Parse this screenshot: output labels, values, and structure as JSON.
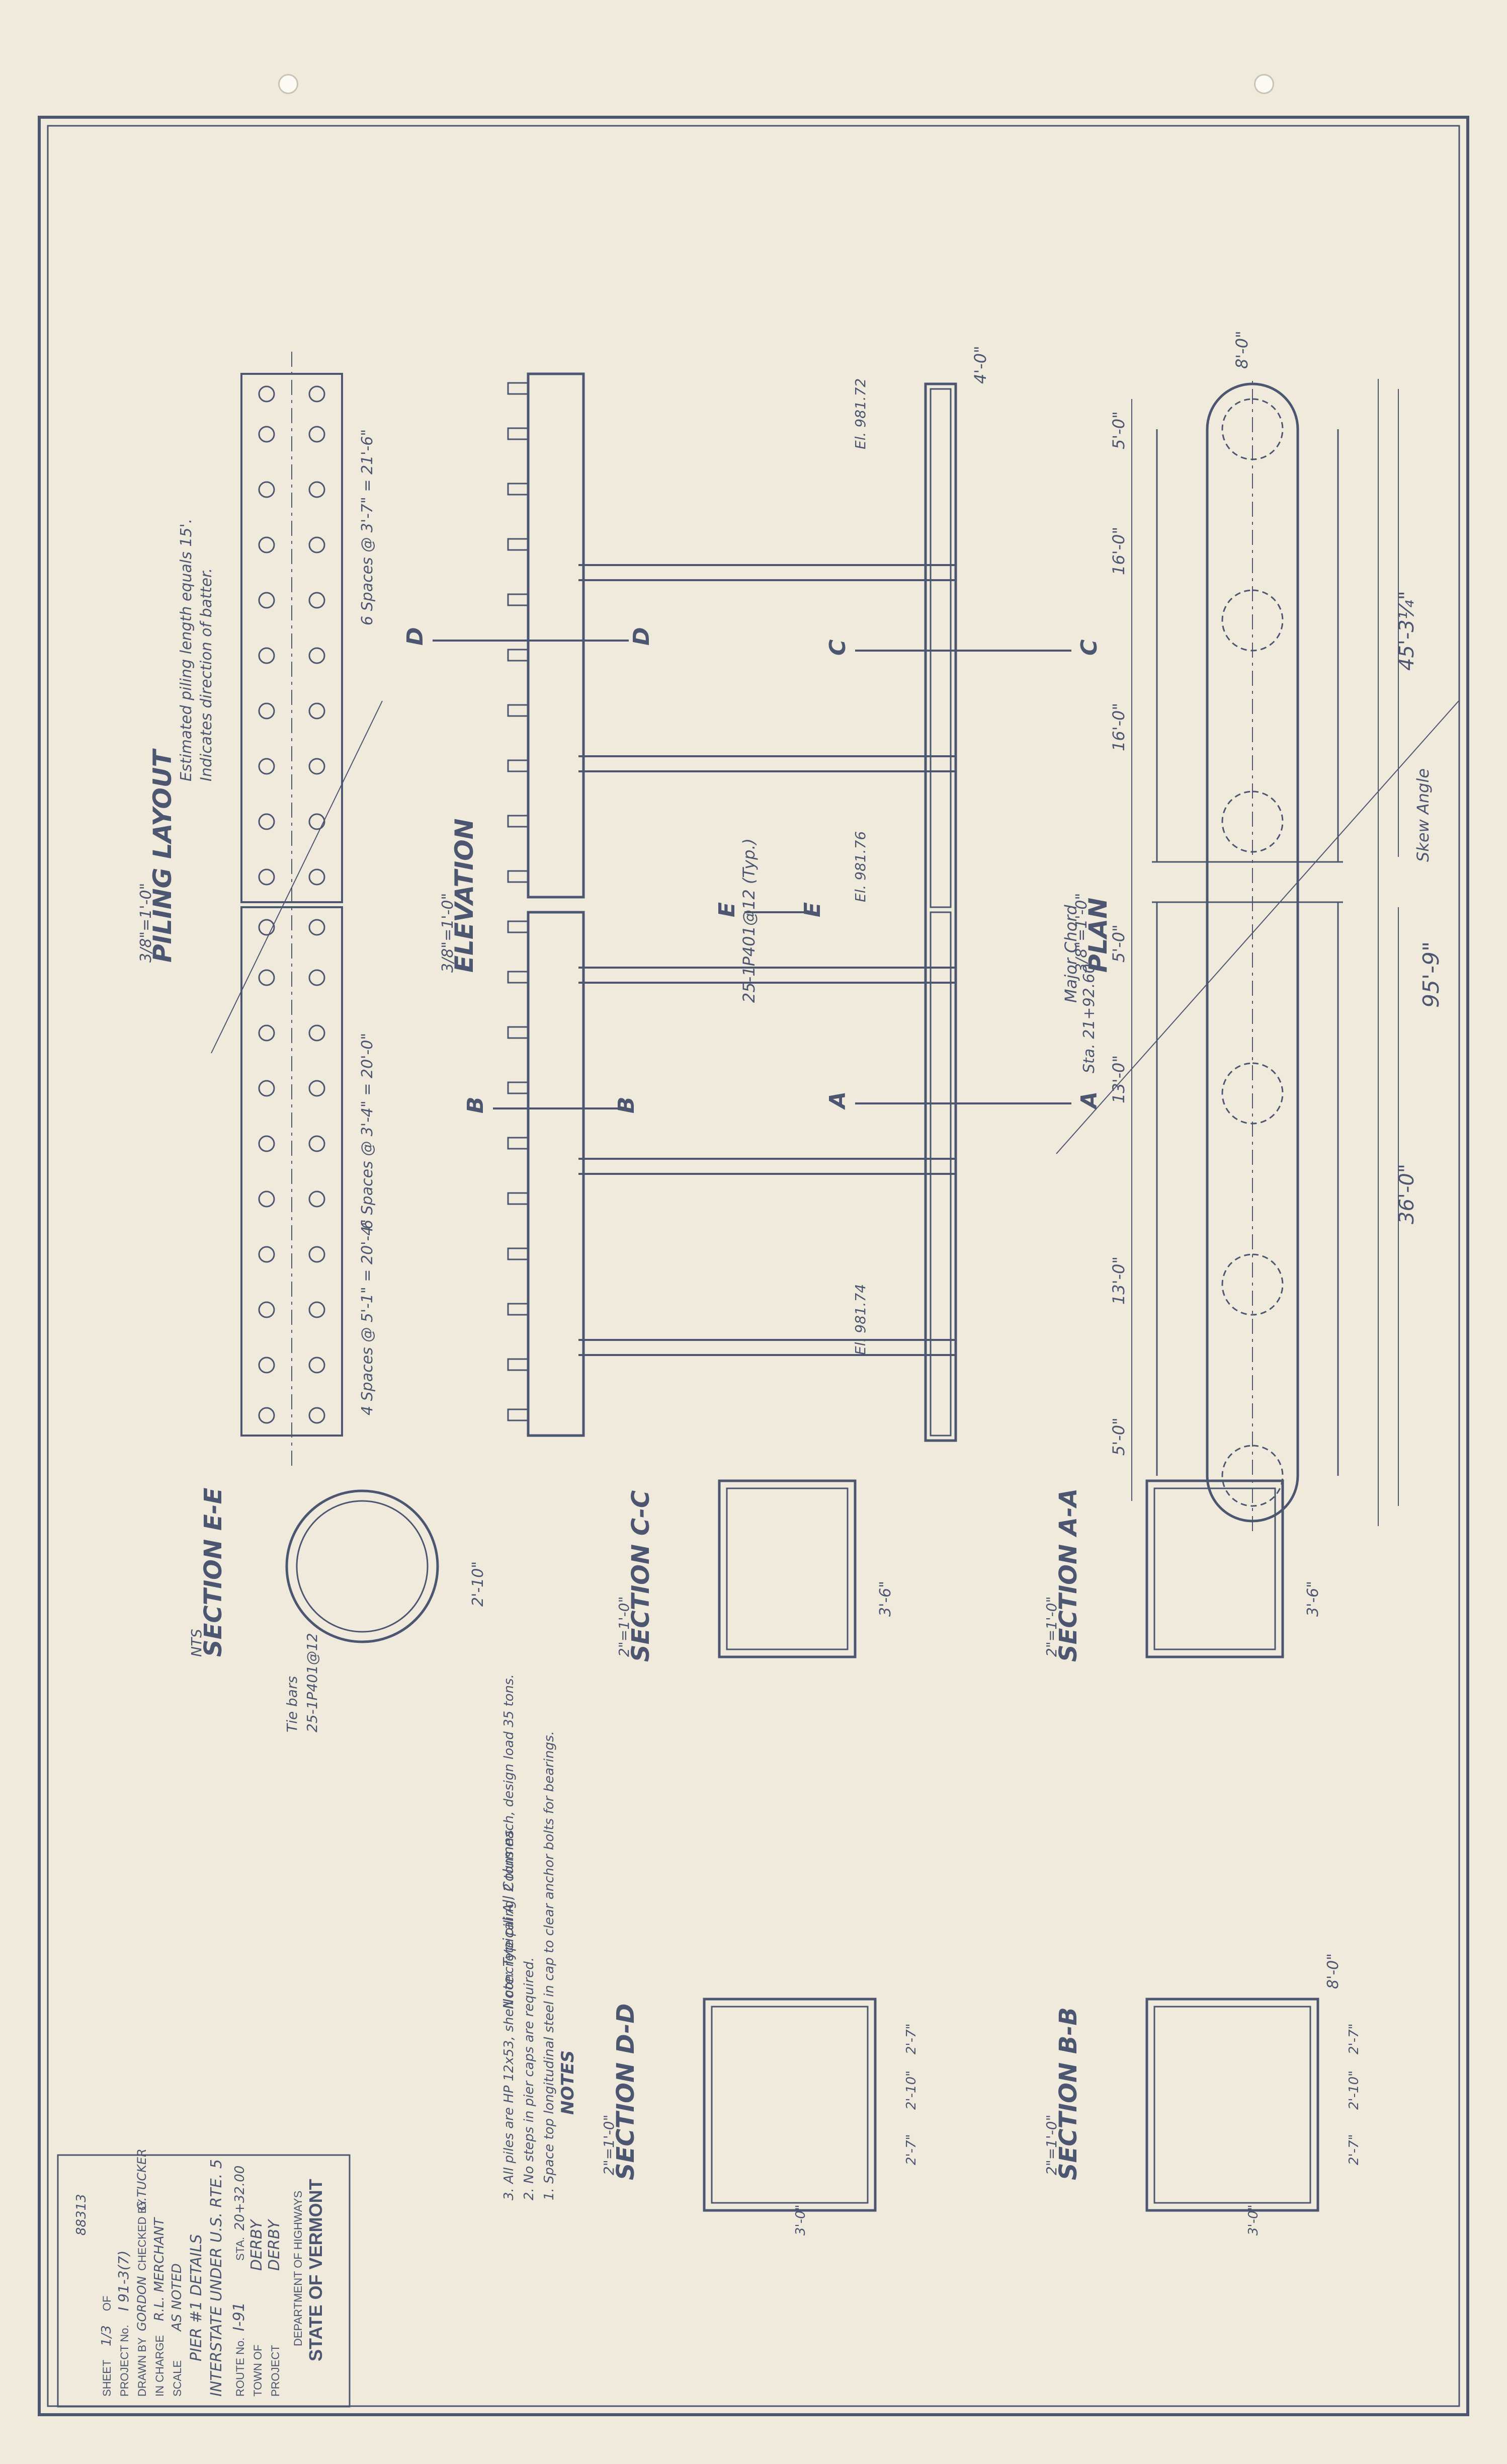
{
  "views": {
    "plan": {
      "title": "PLAN",
      "scale": "3/8\"=1'-0\""
    },
    "elevation": {
      "title": "ELEVATION",
      "scale": "3/8\"=1'-0\""
    },
    "piling": {
      "title": "PILING LAYOUT",
      "scale": "3/8\"=1'-0\""
    },
    "section_aa": {
      "title": "SECTION A-A",
      "scale": "2\"=1'-0\""
    },
    "section_bb": {
      "title": "SECTION B-B",
      "scale": "2\"=1'-0\""
    },
    "section_cc": {
      "title": "SECTION C-C",
      "scale": "2\"=1'-0\""
    },
    "section_dd": {
      "title": "SECTION D-D",
      "scale": "2\"=1'-0\""
    },
    "section_ee": {
      "title": "SECTION E-E",
      "scale": "NTS"
    }
  },
  "section_marks": [
    "A",
    "A",
    "B",
    "B",
    "C",
    "C",
    "D",
    "D",
    "E",
    "E"
  ],
  "dimensions": {
    "overall": "95'-9\"",
    "left_span": "36'-0\"",
    "right_span": "45'-3¼\"",
    "width_8": "8'-0\"",
    "width_4": "4'-0\"",
    "col_dia": "2'-10\"",
    "spans_top": [
      "5'-0\"",
      "13'-0\"",
      "13'-0\"",
      "5'-0\"",
      "16'-0\"",
      "16'-0\"",
      "5'-0\""
    ],
    "dd_widths": [
      "2'-7\"",
      "2'-10\"",
      "2'-7\""
    ],
    "bb_widths": [
      "2'-7\"",
      "2'-10\"",
      "2'-7\""
    ],
    "bb_overall": "8'-0\"",
    "dd_bottom": "3'-0\"",
    "bb_bottom": "3'-0\"",
    "aa_height": "3'-6\"",
    "cc_height": "3'-6\""
  },
  "labels": {
    "skew": "Skew Angle",
    "chord": "Major Chord",
    "sta": "Sta. 21+92.60",
    "ee_bars": "25-1P401@12",
    "ee_ties": "Tie bars",
    "ee_note": "Note: Typical All Columns",
    "pile_symbol_note": "Indicates direction of batter.",
    "pile_length_note": "Estimated piling length equals 15'.",
    "pile_spacing_top": "4 Spaces @ 5'-1\" = 20'-4\"",
    "pile_spacing_mid": "6 Spaces @ 3'-4\" = 20'-0\"",
    "pile_spacing_right": "6 Spaces @ 3'-7\" = 21'-6\"",
    "rebar_typ": "25-1P401@12 (Typ.)",
    "elev_left": "El. 981.74",
    "elev_mid": "El. 981.76",
    "elev_right": "El. 981.72"
  },
  "notes": {
    "heading": "NOTES",
    "items": [
      "1. Space top longitudinal steel in cap to clear anchor bolts for bearings.",
      "2. No steps in pier caps are required.",
      "3. All piles are HP 12x53, shell concrete piling, 2 tons each, design load 35 tons."
    ]
  },
  "title_block": {
    "org": "STATE OF VERMONT",
    "dept": "DEPARTMENT OF HIGHWAYS",
    "project_label": "PROJECT",
    "project": "DERBY",
    "town_label": "TOWN OF",
    "town": "DERBY",
    "route_label": "ROUTE No.",
    "route": "I-91",
    "sta_label": "STA.",
    "sta": "20+32.00",
    "desc1": "INTERSTATE UNDER U.S. RTE. 5",
    "desc2": "PIER #1 DETAILS",
    "scale_label": "SCALE",
    "scale": "AS NOTED",
    "in_charge_label": "IN CHARGE",
    "in_charge": "R.L. MERCHANT",
    "drawn_label": "DRAWN BY",
    "drawn": "GORDON",
    "checked_label": "CHECKED BY",
    "checked": "G.TUCKER",
    "project_no_label": "PROJECT No.",
    "project_no": "I 91-3(7)",
    "sheet_label": "SHEET",
    "sheet_no": "1/3",
    "sheet_of": "OF",
    "sheet_total": "",
    "file_no": "88313"
  },
  "colors": {
    "paper": "#efeadb",
    "ink": "#4d5670"
  }
}
